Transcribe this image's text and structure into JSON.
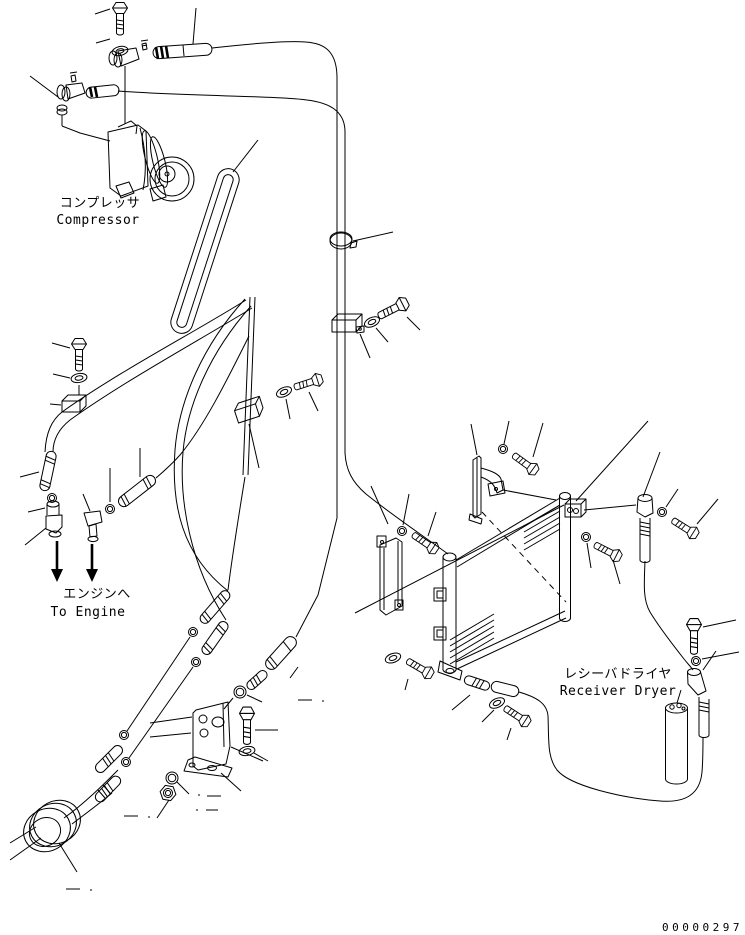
{
  "diagram": {
    "title": "air-conditioner-piping-parts-diagram",
    "labels": {
      "compressor_ja": "コンプレッサ",
      "compressor_en": "Compressor",
      "to_engine_ja": "エンジンへ",
      "to_engine_en": "To Engine",
      "receiver_dryer_ja": "レシーバドライヤ",
      "receiver_dryer_en": "Receiver Dryer"
    },
    "part_number": "00000297",
    "colors": {
      "line": "#000000",
      "background": "#ffffff"
    }
  }
}
